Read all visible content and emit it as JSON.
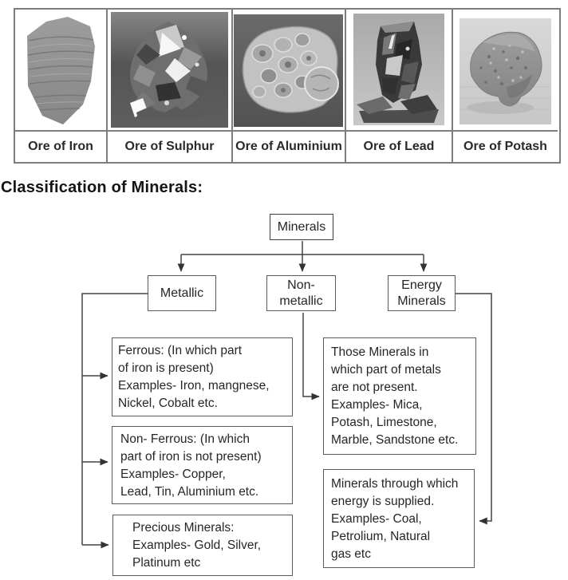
{
  "ore_table": {
    "columns": [
      {
        "label": "Ore of Iron",
        "image": "iron-ore-rock-photo"
      },
      {
        "label": "Ore of Sulphur",
        "image": "sulphur-ore-rock-photo"
      },
      {
        "label": "Ore of Aluminium",
        "image": "aluminium-ore-rock-photo"
      },
      {
        "label": "Ore of Lead",
        "image": "lead-ore-rock-photo"
      },
      {
        "label": "Ore of Potash",
        "image": "potash-ore-rock-photo"
      }
    ]
  },
  "heading": {
    "text": "Classification of Minerals:"
  },
  "flowchart": {
    "root_label": "Minerals",
    "branch_metallic": "Metallic",
    "branch_nonmetallic": "Non-\nmetallic",
    "branch_energy": "Energy\nMinerals",
    "ferrous_desc": "Ferrous: (In which part\nof iron is present)\nExamples- Iron, mangnese,\nNickel, Cobalt etc.",
    "nonferrous_desc": "Non- Ferrous: (In which\npart of iron is not present)\nExamples- Copper,\nLead, Tin, Aluminium etc.",
    "precious_desc": "Precious Minerals:\nExamples- Gold, Silver,\nPlatinum etc",
    "nonmetallic_desc": "Those Minerals in\nwhich part of metals\nare not present.\nExamples- Mica,\nPotash, Limestone,\nMarble, Sandstone etc.",
    "energy_desc": "Minerals through which\nenergy is supplied.\nExamples- Coal,\nPetrolium, Natural\ngas etc"
  },
  "colors": {
    "text": "#1f1f1f",
    "table_border": "#7d7d7d",
    "box_border": "#5a5a5a",
    "connector_line": "#444444"
  }
}
